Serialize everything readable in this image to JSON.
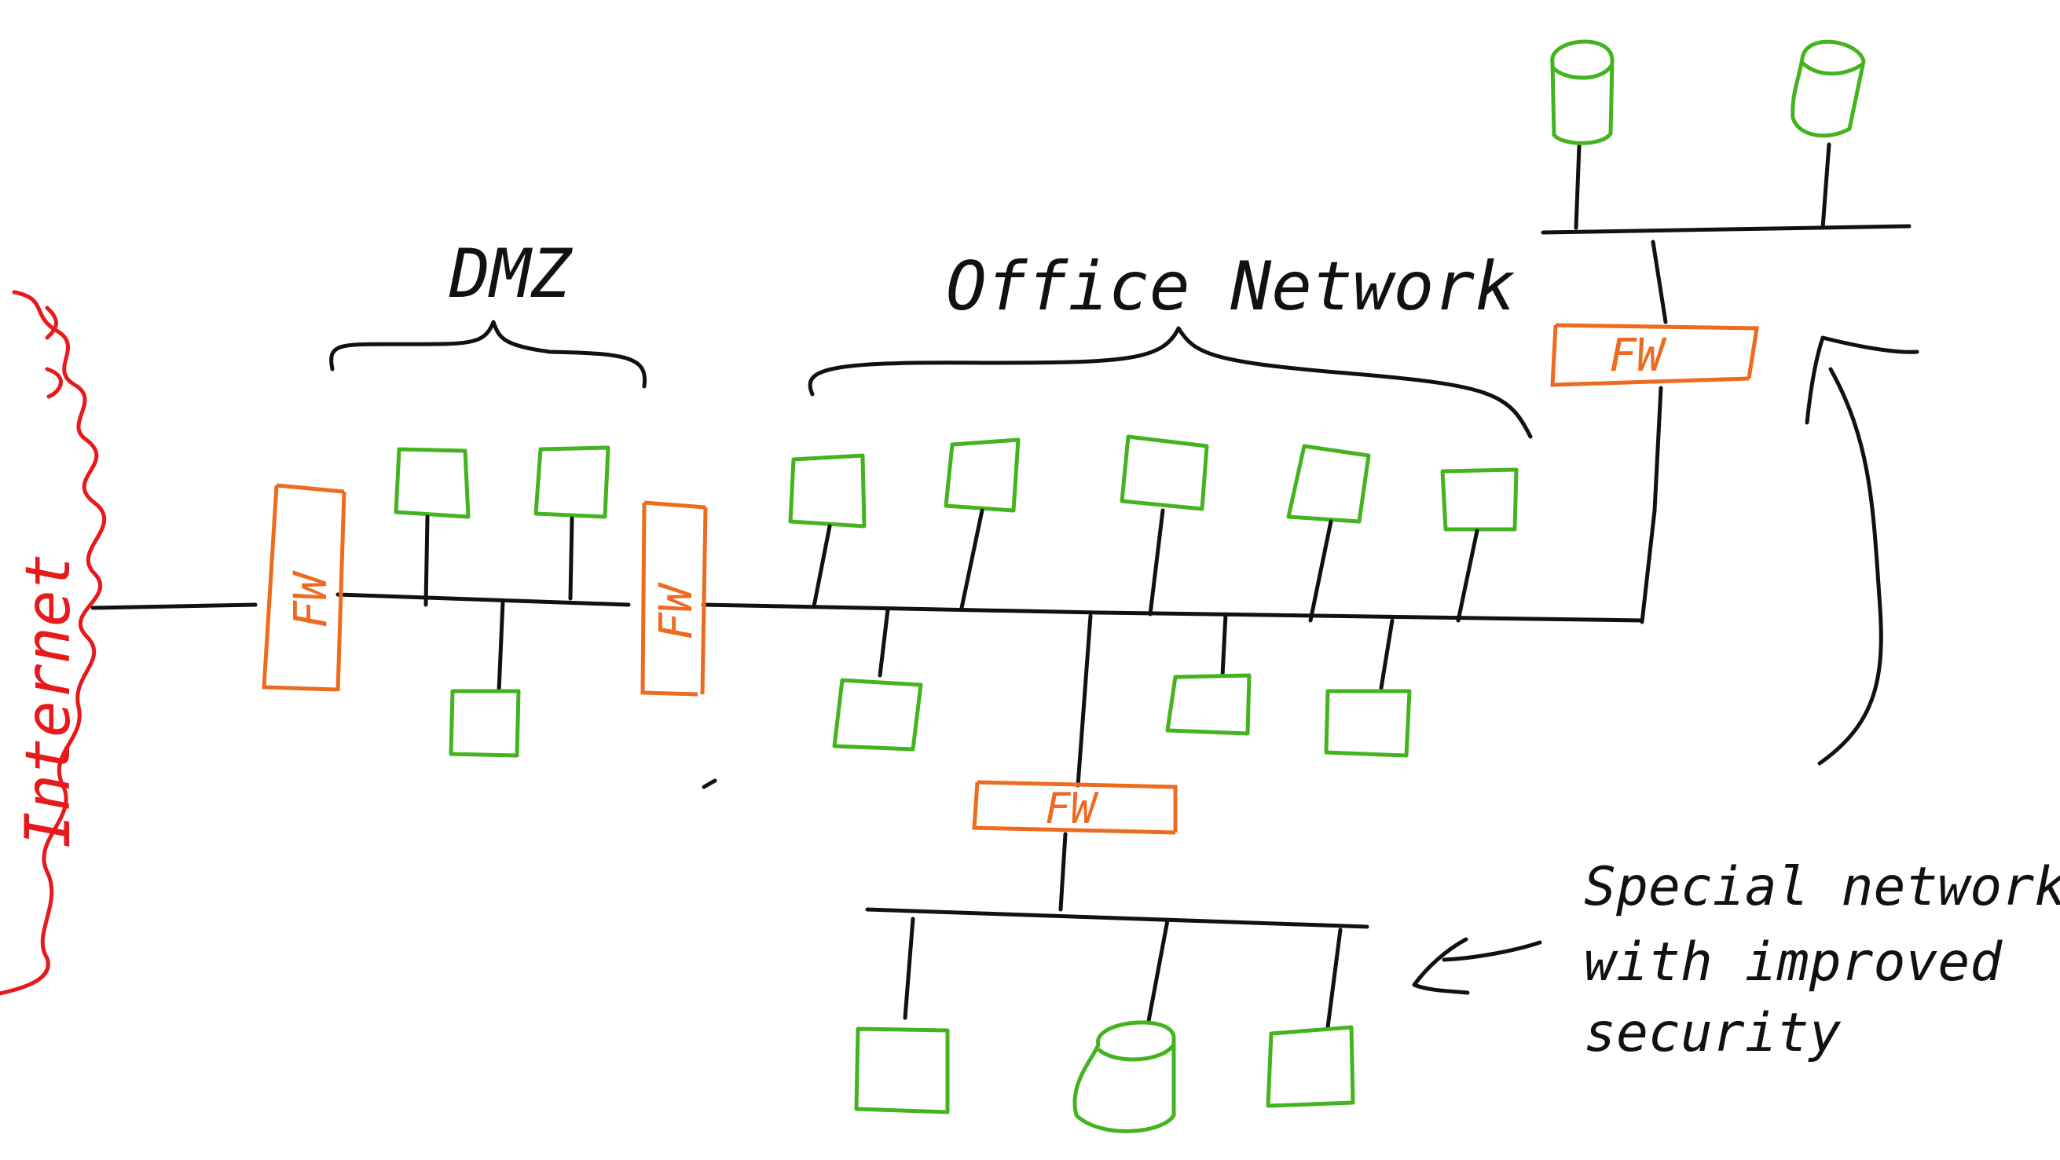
{
  "diagram": {
    "labels": {
      "dmz": "DMZ",
      "office": "Office Network",
      "internet": "Internet",
      "fw": "FW",
      "special_line1": "Special network",
      "special_line2": "with improved",
      "special_line3": "security"
    },
    "colors": {
      "ink": "#111111",
      "node": "#43b41e",
      "firewall": "#ee6a1e",
      "internet": "#e8191b"
    }
  }
}
